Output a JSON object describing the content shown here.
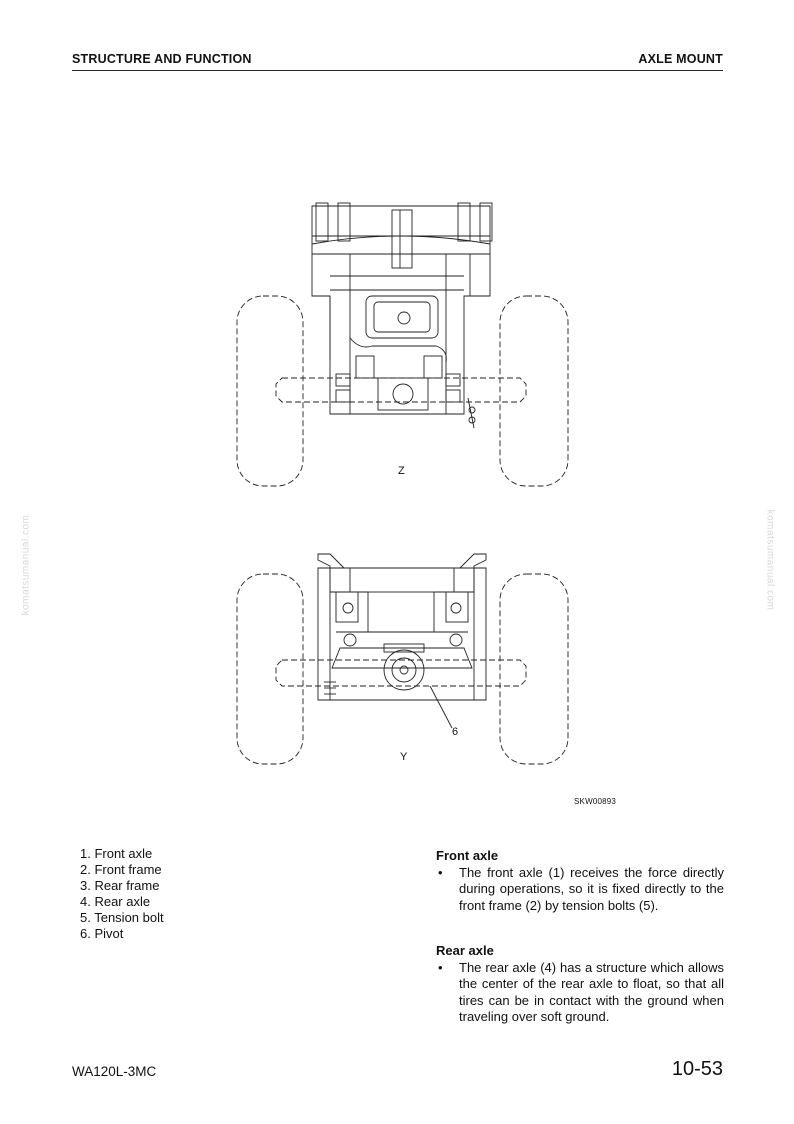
{
  "header": {
    "section": "STRUCTURE AND FUNCTION",
    "topic": "AXLE MOUNT"
  },
  "watermark": "komatsumanual.com",
  "figure": {
    "view_top_label": "Z",
    "view_bottom_label": "Y",
    "callout": "6",
    "code": "SKW00893"
  },
  "legend": [
    "1. Front axle",
    "2. Front frame",
    "3. Rear frame",
    "4. Rear axle",
    "5. Tension bolt",
    "6. Pivot"
  ],
  "front_axle": {
    "heading": "Front axle",
    "bullet": "•",
    "text": "The front axle (1) receives the force directly during operations, so it is fixed directly to the front frame (2) by tension bolts (5)."
  },
  "rear_axle": {
    "heading": "Rear axle",
    "bullet": "•",
    "text": "The rear axle (4) has a structure which allows the center of the rear axle to float, so that all tires can be in contact with the ground when traveling over soft ground."
  },
  "footer": {
    "model": "WA120L-3MC",
    "page": "10-53"
  }
}
